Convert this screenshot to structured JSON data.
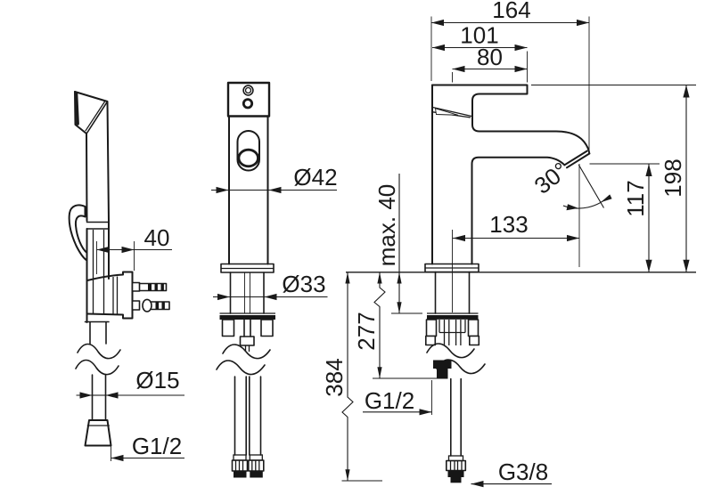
{
  "labels": {
    "total_reach": "164",
    "body_to_back": "101",
    "axis_to_back": "80",
    "spout_angle": "30°",
    "height_total": "198",
    "spout_height": "117",
    "spout_reach": "133",
    "max_deck_thickness": "max. 40",
    "below_deck_277": "277",
    "below_deck_384": "384",
    "supply_thread_side": "G1/2",
    "bottom_thread_side": "G3/8",
    "front_body_diameter": "Ø42",
    "front_shank_diameter": "Ø33",
    "shower_wall_offset": "40",
    "shower_hose_diameter": "Ø15",
    "shower_hose_thread": "G1/2"
  },
  "colors": {
    "line": "#1a1a1a",
    "background": "#ffffff"
  }
}
